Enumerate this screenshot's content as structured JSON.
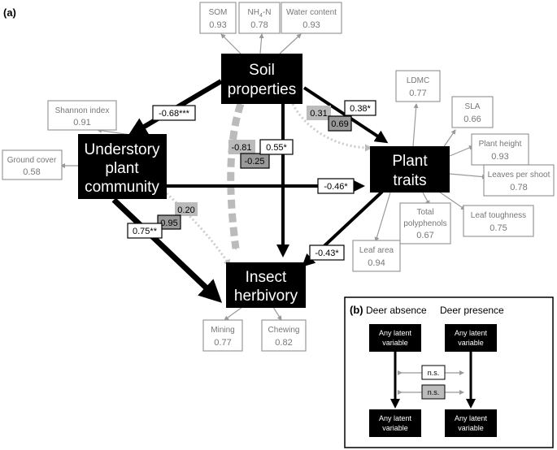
{
  "panel_a_label": "(a)",
  "panel_b_label": "(b)",
  "latent": {
    "soil_line1": "Soil",
    "soil_line2": "properties",
    "understory_line1": "Understory",
    "understory_line2": "plant",
    "understory_line3": "community",
    "plant_line1": "Plant",
    "plant_line2": "traits",
    "insect_line1": "Insect",
    "insect_line2": "herbivory"
  },
  "indicators": {
    "som": {
      "name": "SOM",
      "value": "0.93"
    },
    "nh4": {
      "name_main": "NH",
      "name_sub": "4",
      "name_tail": "-N",
      "value": "0.78"
    },
    "water": {
      "name": "Water content",
      "value": "0.93"
    },
    "shannon": {
      "name": "Shannon index",
      "value": "0.91"
    },
    "ground": {
      "name": "Ground cover",
      "value": "0.58"
    },
    "ldmc": {
      "name": "LDMC",
      "value": "0.77"
    },
    "sla": {
      "name": "SLA",
      "value": "0.66"
    },
    "height": {
      "name": "Plant height",
      "value": "0.93"
    },
    "leaves": {
      "name": "Leaves per shoot",
      "value": "0.78"
    },
    "toughness": {
      "name": "Leaf toughness",
      "value": "0.75"
    },
    "polyphenols": {
      "line1": "Total",
      "line2": "polyphenols",
      "value": "0.67"
    },
    "leafarea": {
      "name": "Leaf area",
      "value": "0.94"
    },
    "mining": {
      "name": "Mining",
      "value": "0.77"
    },
    "chewing": {
      "name": "Chewing",
      "value": "0.82"
    }
  },
  "coefficients": {
    "soil_understory": "-0.68***",
    "soil_plant_absent": "0.31",
    "soil_plant_present": "0.69",
    "soil_plant_sig": "0.38*",
    "soil_insect_absent": "-0.81",
    "soil_insect_present": "-0.25",
    "soil_insect_sig": "0.55*",
    "understory_plant": "-0.46*",
    "understory_insect_absent": "0.20",
    "understory_insect_present": "0.95",
    "understory_insect_sig": "0.75**",
    "plant_insect": "-0.43*"
  },
  "legend": {
    "deer_absence": "Deer absence",
    "deer_presence": "Deer presence",
    "any_latent_line1": "Any latent",
    "any_latent_line2": "variable",
    "ns": "n.s."
  },
  "colors": {
    "latent_fill": "#000000",
    "indicator_stroke": "#999999",
    "indicator_text": "#777777",
    "dashed_gray": "#bbbbbb",
    "grey_box": "#bbbbbb"
  }
}
